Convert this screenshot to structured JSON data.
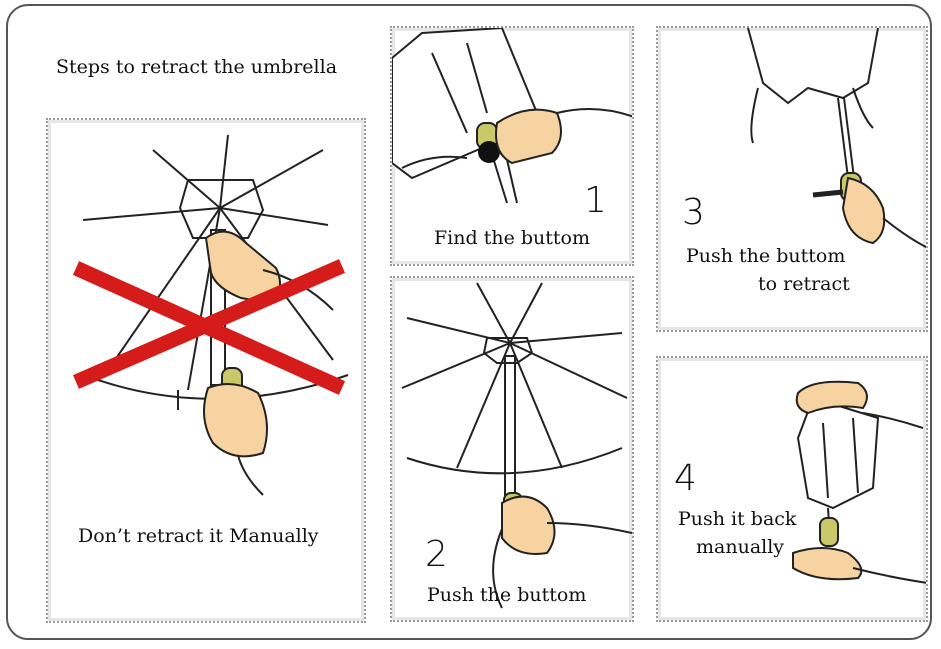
{
  "title": "Steps to retract the umbrella",
  "panels": {
    "dont": {
      "caption": "Don’t retract it Manually"
    },
    "step1": {
      "number": "1",
      "caption": "Find the buttom"
    },
    "step2": {
      "number": "2",
      "caption": "Push the buttom"
    },
    "step3": {
      "number": "3",
      "caption_line1": "Push the buttom",
      "caption_line2": "to retract"
    },
    "step4": {
      "number": "4",
      "caption_line1": "Push it back",
      "caption_line2": "manually"
    }
  },
  "colors": {
    "cross": "#d61b1b",
    "skin": "#f6d3a0",
    "button": "#c9c96a",
    "line": "#222222"
  }
}
